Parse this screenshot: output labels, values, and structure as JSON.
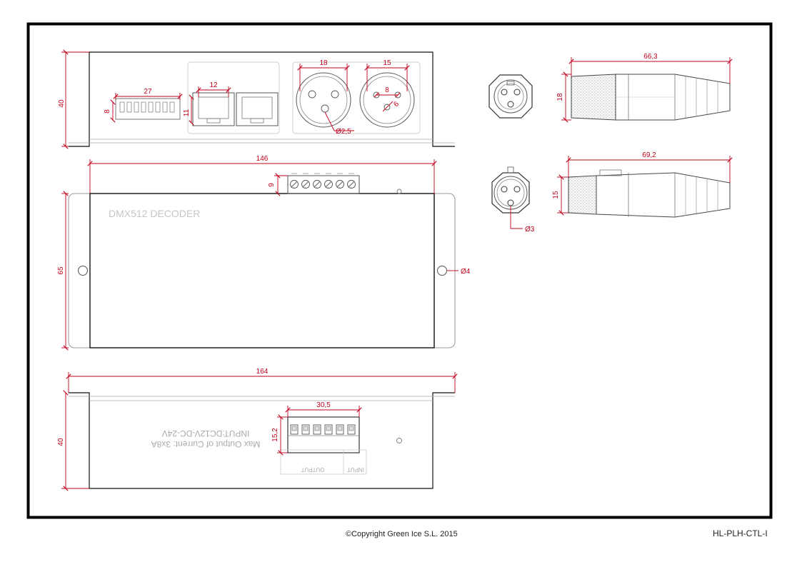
{
  "title_block": {
    "copyright": "©Copyright Green Ice S.L. 2015",
    "doc_id": "HL-PLH-CTL-I"
  },
  "front_view": {
    "dims": {
      "height": "40",
      "dip_width": "27",
      "dip_height": "8",
      "rj45_width": "12",
      "rj45_height": "11",
      "xlr_female_width": "18",
      "xlr_male_width": "15",
      "pin_spacing": "8",
      "pin_dia": "6",
      "hole_dia": "Ø2,5"
    }
  },
  "top_view": {
    "label": "DMX512 DECODER",
    "dims": {
      "length": "146",
      "terminal_height": "9",
      "width": "65",
      "mount_hole": "Ø4"
    }
  },
  "back_view": {
    "label_line1": "Max Output of Current: 3x8A",
    "label_line2": "INPUT:DC12V-DC-24V",
    "output_label": "OUTPUT",
    "input_label": "INPUT",
    "dims": {
      "length": "164",
      "height": "40",
      "terminal_width": "30,5",
      "terminal_height": "15,2"
    }
  },
  "connectors": {
    "xlr_female": {
      "length": "66,3",
      "diameter": "18"
    },
    "xlr_male": {
      "length": "69,2",
      "diameter": "15",
      "pin_dia": "Ø3"
    }
  }
}
